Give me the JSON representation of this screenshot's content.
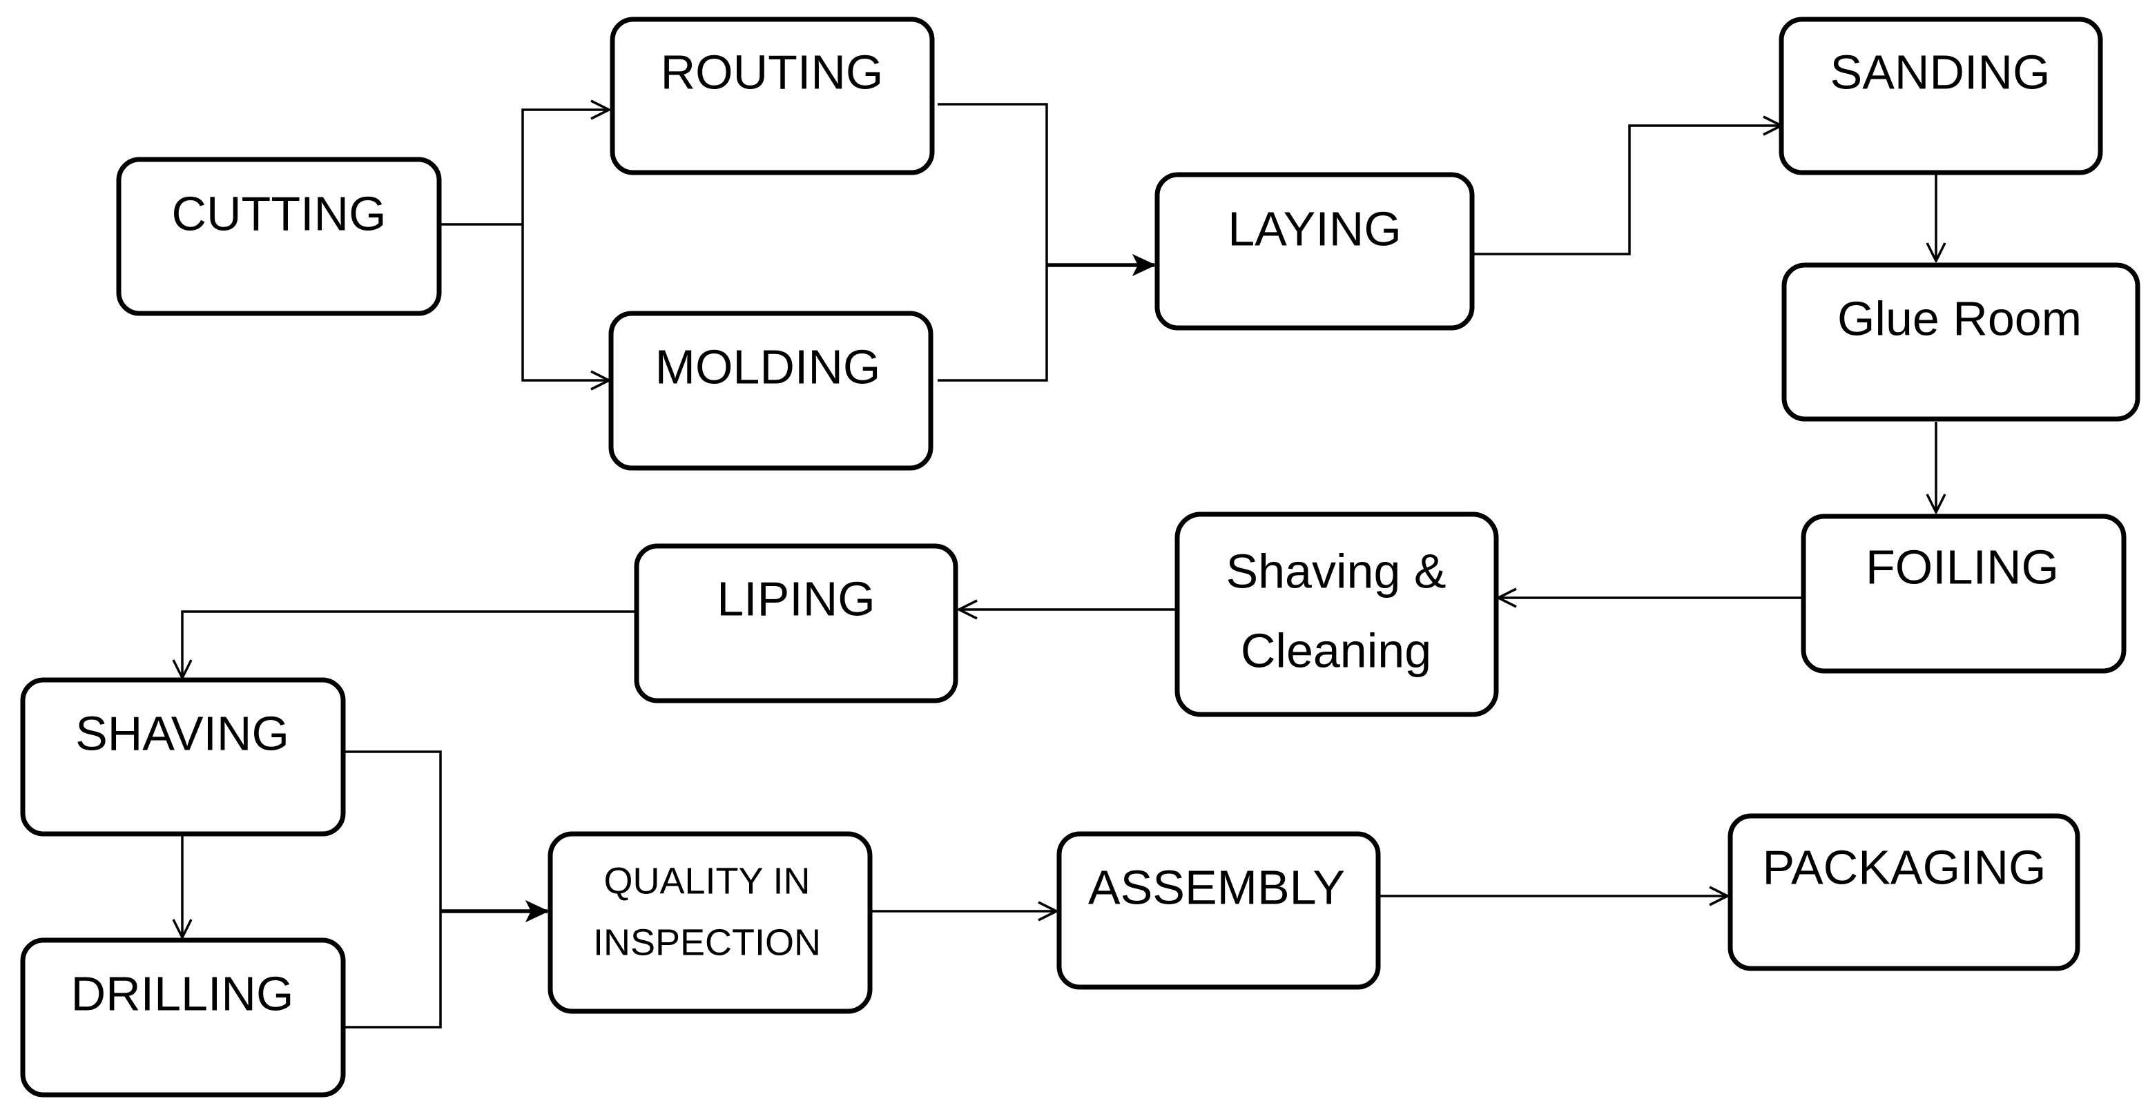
{
  "diagram": {
    "nodes": {
      "cutting": "CUTTING",
      "routing": "ROUTING",
      "molding": "MOLDING",
      "laying": "LAYING",
      "sanding": "SANDING",
      "glue_room": "Glue Room",
      "foiling": "FOILING",
      "shaving_cleaning_1": "Shaving &",
      "shaving_cleaning_2": "Cleaning",
      "liping": "LIPING",
      "shaving": "SHAVING",
      "drilling": "DRILLING",
      "quality_1": "QUALITY IN",
      "quality_2": "INSPECTION",
      "assembly": "ASSEMBLY",
      "packaging": "PACKAGING"
    }
  }
}
